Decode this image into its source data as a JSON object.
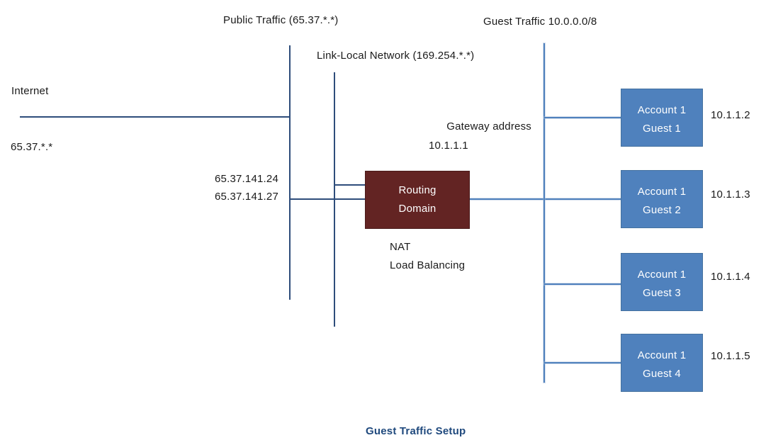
{
  "diagram": {
    "caption": "Guest Traffic Setup",
    "labels": {
      "public_traffic": "Public Traffic (65.37.*.*)",
      "guest_traffic": "Guest Traffic 10.0.0.0/8",
      "link_local": "Link-Local Network (169.254.*.*)",
      "internet": "Internet",
      "internet_ip": "65.37.*.*",
      "public_ip_1": "65.37.141.24",
      "public_ip_2": "65.37.141.27",
      "gateway_label": "Gateway address",
      "gateway_ip": "10.1.1.1",
      "nat": "NAT",
      "load_balancing": "Load Balancing"
    },
    "routing_domain": {
      "line1": "Routing",
      "line2": "Domain"
    },
    "guests": [
      {
        "line1": "Account 1",
        "line2": "Guest 1",
        "ip": "10.1.1.2"
      },
      {
        "line1": "Account 1",
        "line2": "Guest 2",
        "ip": "10.1.1.3"
      },
      {
        "line1": "Account 1",
        "line2": "Guest 3",
        "ip": "10.1.1.4"
      },
      {
        "line1": "Account 1",
        "line2": "Guest 4",
        "ip": "10.1.1.5"
      }
    ],
    "colors": {
      "dark_line": "#2E4D7B",
      "light_line": "#4F81BD",
      "routing_box_fill": "#632423",
      "guest_box_fill": "#4F81BD",
      "text": "#1A1A1A",
      "caption": "#1F497D"
    }
  }
}
